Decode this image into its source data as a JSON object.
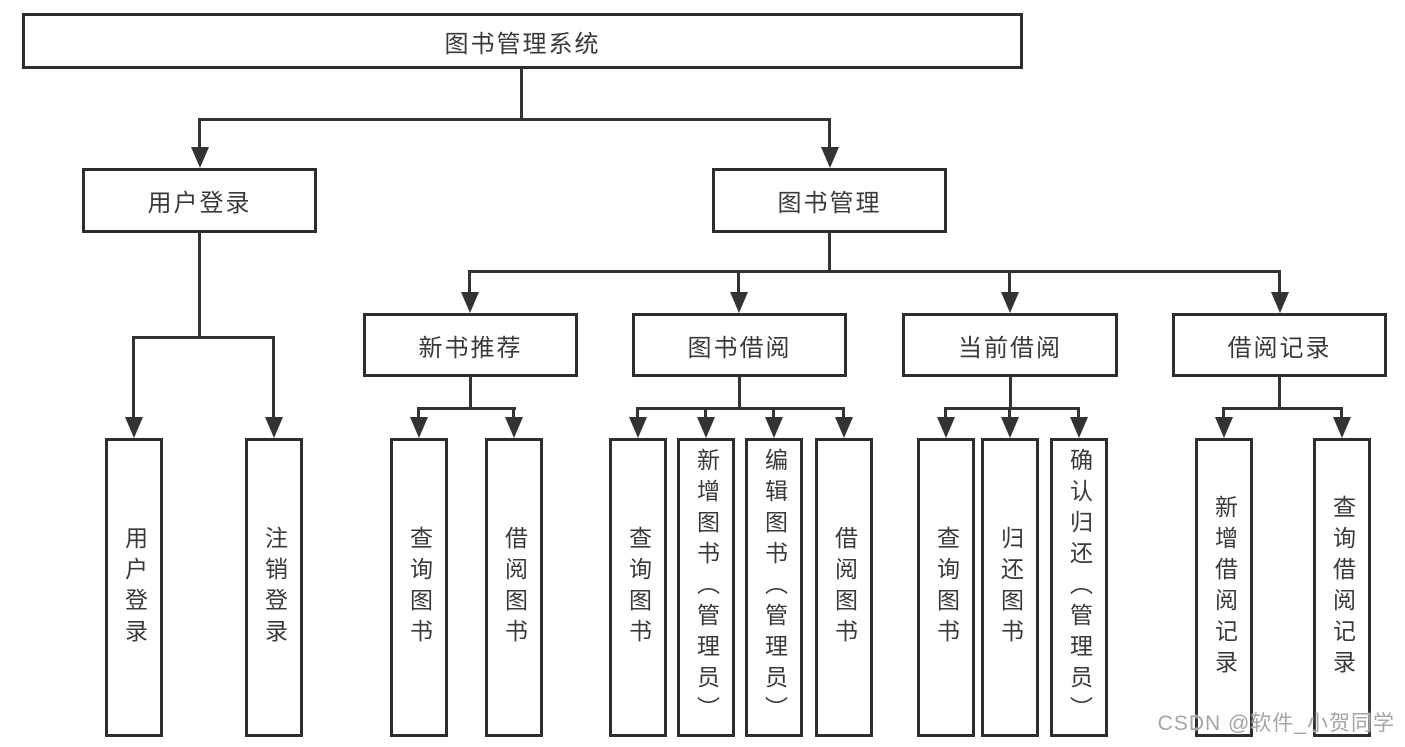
{
  "nodes": {
    "root": "图书管理系统",
    "level2": {
      "user_login": "用户登录",
      "book_management": "图书管理"
    },
    "level3": {
      "new_book_recommend": "新书推荐",
      "book_borrow": "图书借阅",
      "current_borrow": "当前借阅",
      "borrow_record": "借阅记录"
    },
    "leaves": {
      "login": "用户登录",
      "logout": "注销登录",
      "recommend_query": "查询图书",
      "recommend_borrow": "借阅图书",
      "borrow_query": "查询图书",
      "borrow_add": "新增图书（管理员）",
      "borrow_edit": "编辑图书（管理员）",
      "borrow_do": "借阅图书",
      "current_query": "查询图书",
      "current_return": "归还图书",
      "current_confirm": "确认归还（管理员）",
      "record_add": "新增借阅记录",
      "record_query": "查询借阅记录"
    }
  },
  "watermark": "CSDN @软件_小贺同学",
  "colors": {
    "line": "#333333",
    "box_border": "#2d2d2d",
    "text": "#3a3a3a",
    "watermark": "#a5a5a5",
    "background": "#ffffff"
  }
}
